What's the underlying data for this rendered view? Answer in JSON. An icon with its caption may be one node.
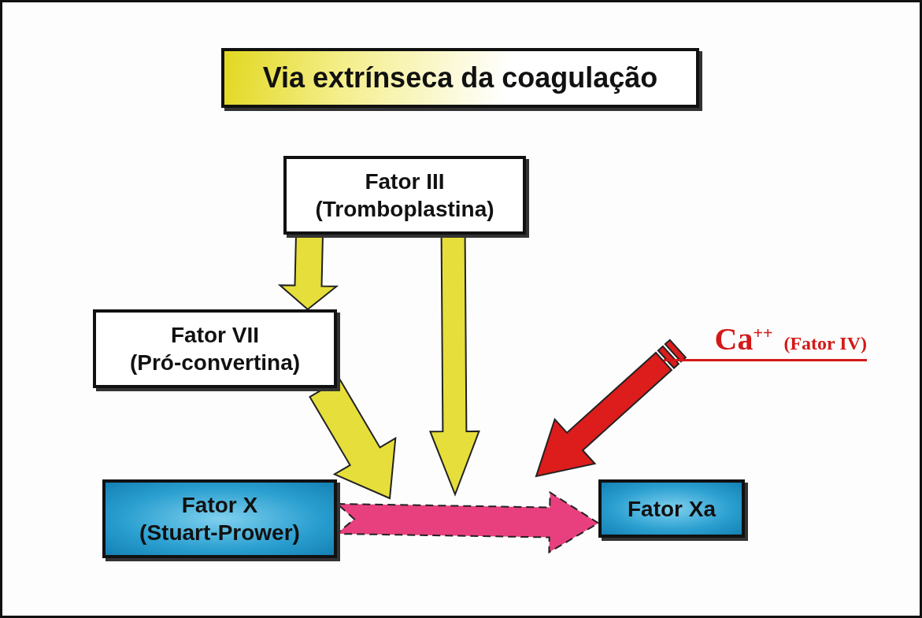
{
  "diagram": {
    "title": "Via extrínseca da coagulação",
    "nodes": [
      {
        "text": [
          "Fator III",
          "(Tromboplastina)"
        ]
      },
      {
        "text": [
          "Fator VII",
          "(Pró-convertina)"
        ]
      },
      {
        "text": [
          "Ca$^{++}$",
          "(Fator IV)"
        ]
      },
      {
        "text": [
          "Fator X",
          "(Stuart-Prower)"
        ]
      },
      {
        "text": [
          "Fator Xa"
        ]
      }
    ],
    "edges": [
      {
        "from": 0,
        "to": 1,
        "arrow": "to"
      },
      {
        "from": 0,
        "to": null,
        "arrow": "to"
      },
      {
        "from": 1,
        "to": null,
        "arrow": "to"
      },
      {
        "from": 2,
        "to": null,
        "arrow": "to",
        "color": "#dd1c1c"
      },
      {
        "from": 3,
        "to": 4,
        "arrow": "to",
        "style": "dashed",
        "color": "#e8407f"
      }
    ]
  }
}
